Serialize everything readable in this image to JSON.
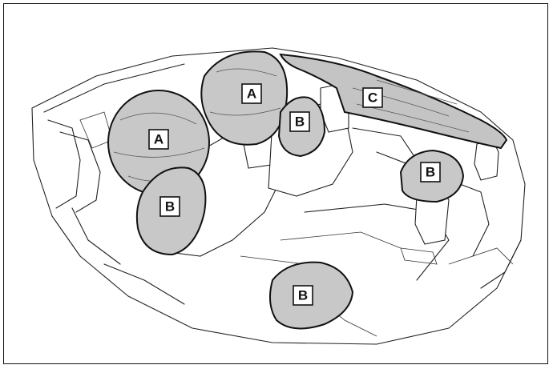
{
  "labels": {
    "front_airbag_driver": "A",
    "front_airbag_passenger": "A",
    "side_airbag_driver": "B",
    "side_airbag_passenger": "B",
    "side_airbag_rear_right": "B",
    "side_airbag_rear_left": "B",
    "curtain_airbag": "C"
  }
}
